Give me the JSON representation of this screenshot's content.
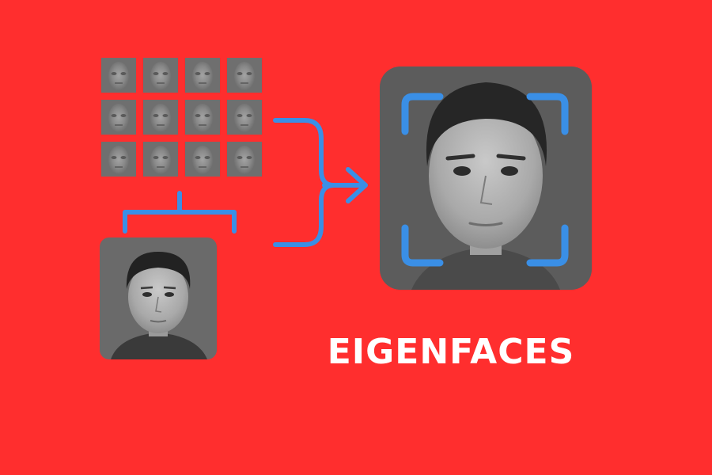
{
  "title": "EIGENFACES",
  "colors": {
    "background": "#ff2e2e",
    "accent": "#3a8fe6",
    "tile": "#6f6f6f",
    "panel": "#5a5a5a",
    "title_text": "#ffffff"
  },
  "eigenface_grid": {
    "rows": 3,
    "cols": 4
  },
  "icons": {
    "eigenface_tile": "eigenface-thumbnail-icon",
    "input_face": "input-face-portrait-icon",
    "recognized_face": "recognized-face-portrait-icon",
    "combine_bracket": "bracket-connector-icon",
    "arrow": "arrow-right-icon",
    "focus_frame": "face-detection-frame-icon"
  }
}
